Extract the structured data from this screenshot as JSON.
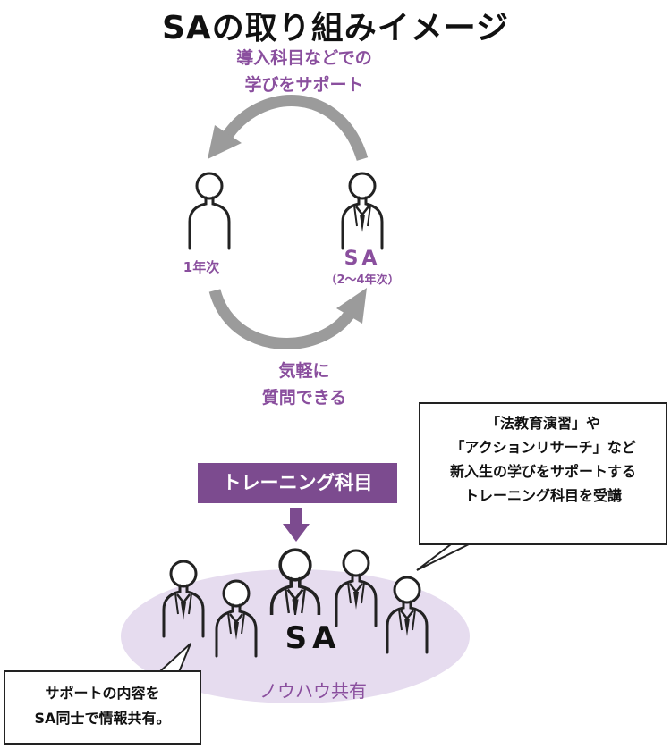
{
  "title": "SAの取り組みイメージ",
  "top_label": [
    "導入科目などでの",
    "学びをサポート"
  ],
  "bottom_label": [
    "気軽に",
    "質問できる"
  ],
  "freshman_label": "1年次",
  "sa_label": "SA",
  "sa_sub_label": "（2〜4年次）",
  "training_label": "トレーニング科目",
  "right_bubble": [
    "「法教育演習」や",
    "「アクションリサーチ」など",
    "新入生の学びをサポートする",
    "トレーニング科目を受講"
  ],
  "left_bubble": [
    "サポートの内容を",
    "SA同士で情報共有。"
  ],
  "group_sa_label": "SA",
  "share_label": "ノウハウ共有",
  "colors": {
    "purple": "#8a4f9e",
    "banner": "#7c4b8f",
    "arrow_gray": "#9b9b9b",
    "ellipse": "#e6dcef",
    "line": "#222222"
  }
}
